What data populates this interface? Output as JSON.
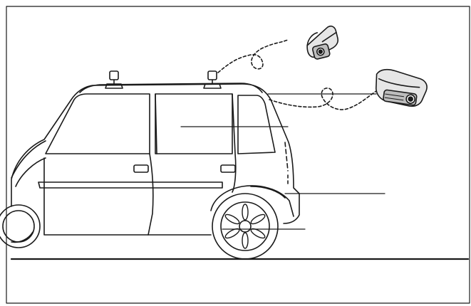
{
  "diagram": {
    "subject": "car-with-roof-mounted-cameras",
    "colors": {
      "stroke": "#1a1a1a",
      "background": "#ffffff",
      "camera_fill": "#e6e6e6",
      "camera_fill_dark": "#bdbdbd",
      "wheel_hub": "#ffffff"
    },
    "leader_lines": 4,
    "cameras": 2,
    "roof_mounts": 2
  }
}
